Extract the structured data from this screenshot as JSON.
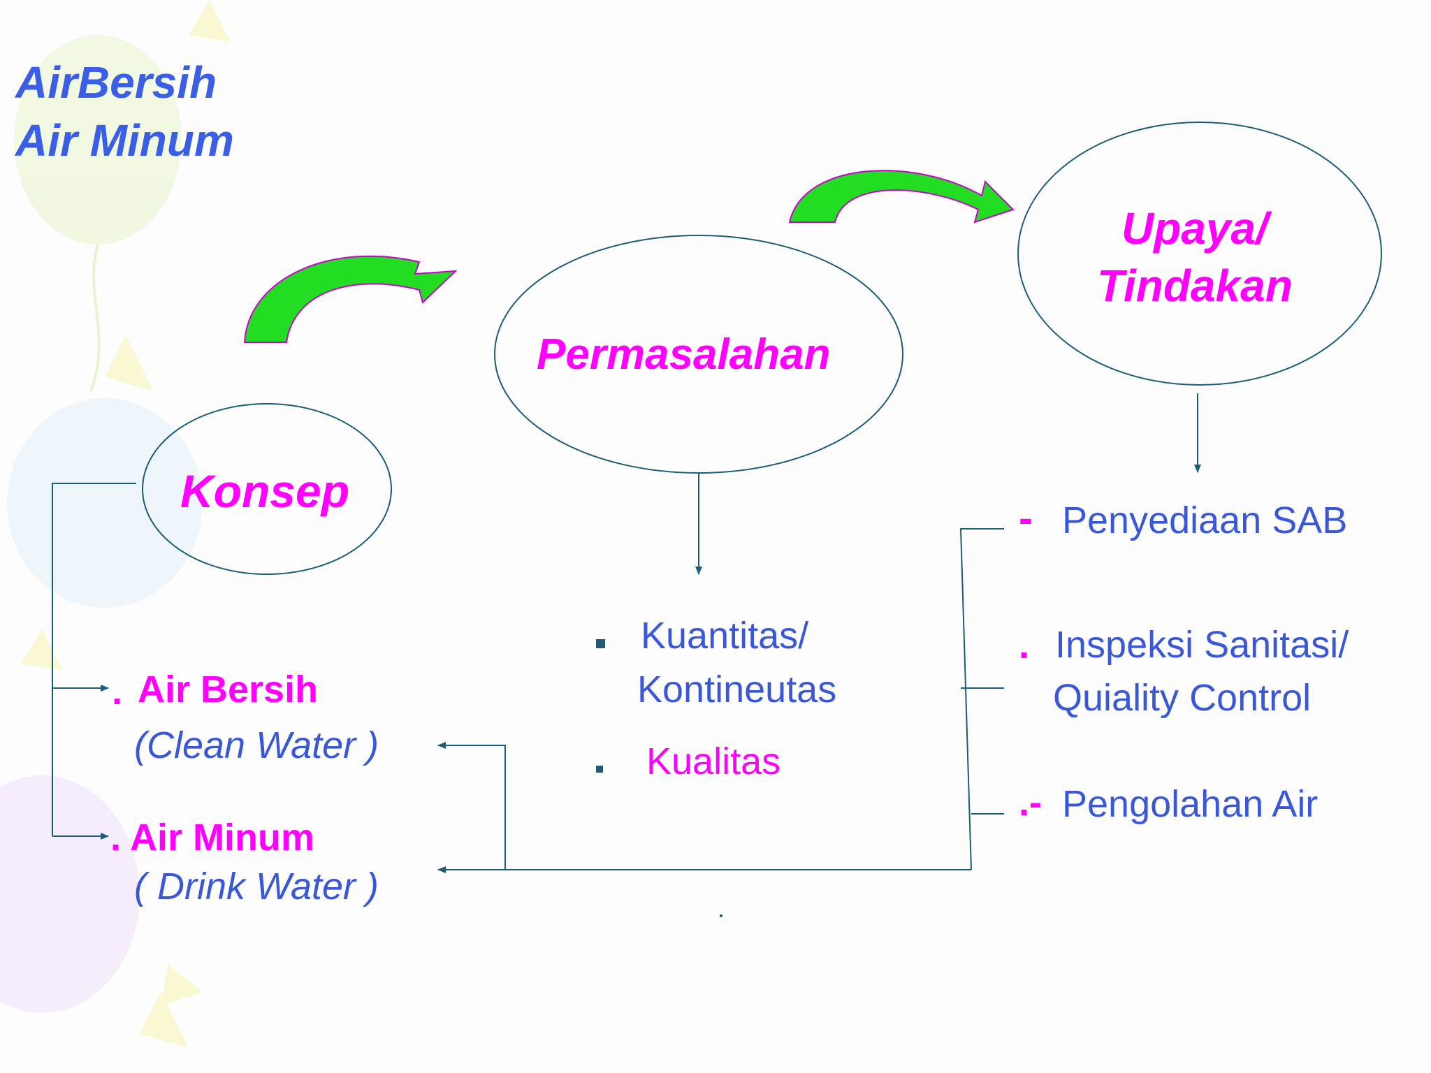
{
  "title": {
    "line1": "AirBersih",
    "line2": "Air Minum"
  },
  "nodes": {
    "konsep": "Konsep",
    "permasalahan": "Permasalahan",
    "upaya_line1": "Upaya/",
    "upaya_line2": "Tindakan"
  },
  "konsep_items": {
    "item1_bullet": ".",
    "item1_label": "Air Bersih",
    "item1_sub": "(Clean Water )",
    "item2_label": ". Air Minum",
    "item2_sub": "( Drink Water )"
  },
  "permasalahan_items": {
    "item1_line1": "Kuantitas/",
    "item1_line2": "Kontineutas",
    "item2": "Kualitas"
  },
  "upaya_items": {
    "item1_bullet": "-",
    "item1": "Penyediaan SAB",
    "item2_bullet": ".",
    "item2_line1": "Inspeksi Sanitasi/",
    "item2_line2": "Quiality Control",
    "item3_bullet": ".-",
    "item3": "Pengolahan Air"
  },
  "colors": {
    "title_blue": "#3b5ee6",
    "node_magenta": "#ff00ff",
    "text_blue": "#3a57d8",
    "line_teal": "#1a5c7a",
    "arrow_green": "#22dd22"
  }
}
